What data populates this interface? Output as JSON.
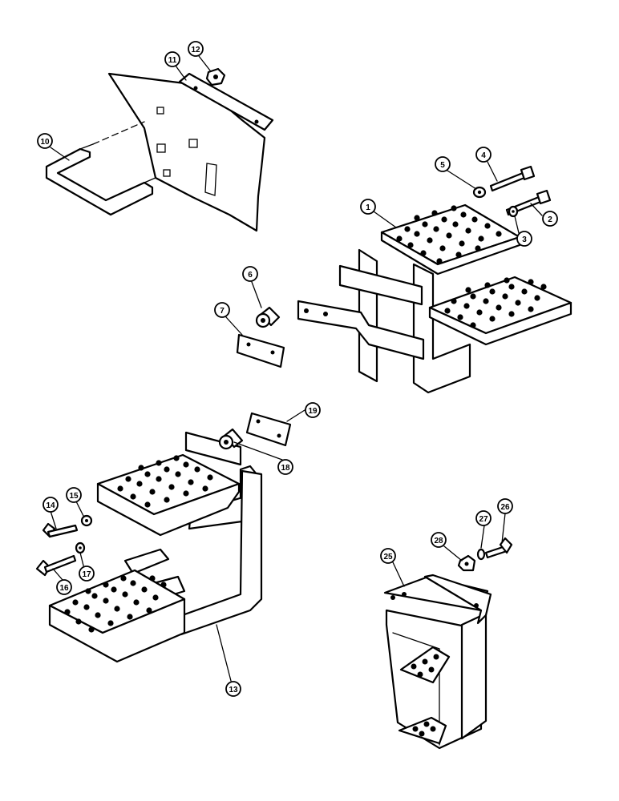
{
  "callouts": [
    {
      "id": "c1",
      "label": "1"
    },
    {
      "id": "c2",
      "label": "2"
    },
    {
      "id": "c3",
      "label": "3"
    },
    {
      "id": "c4",
      "label": "4"
    },
    {
      "id": "c5",
      "label": "5"
    },
    {
      "id": "c6",
      "label": "6"
    },
    {
      "id": "c7",
      "label": "7"
    },
    {
      "id": "c10",
      "label": "10"
    },
    {
      "id": "c11",
      "label": "11"
    },
    {
      "id": "c12",
      "label": "12"
    },
    {
      "id": "c13",
      "label": "13"
    },
    {
      "id": "c14",
      "label": "14"
    },
    {
      "id": "c15",
      "label": "15"
    },
    {
      "id": "c16",
      "label": "16"
    },
    {
      "id": "c17",
      "label": "17"
    },
    {
      "id": "c18",
      "label": "18"
    },
    {
      "id": "c19",
      "label": "19"
    },
    {
      "id": "c25",
      "label": "25"
    },
    {
      "id": "c26",
      "label": "26"
    },
    {
      "id": "c27",
      "label": "27"
    },
    {
      "id": "c28",
      "label": "28"
    }
  ]
}
